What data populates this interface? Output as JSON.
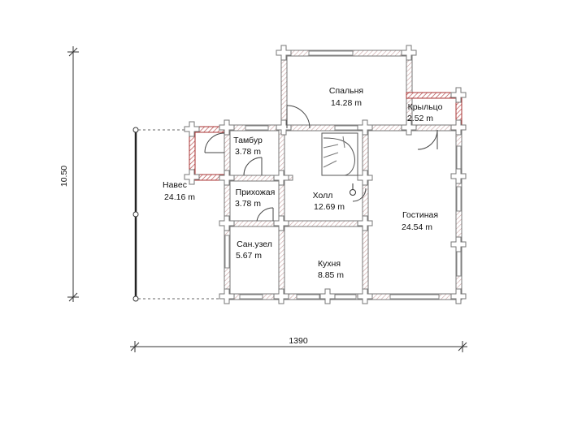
{
  "rooms": [
    {
      "name": "Спальня",
      "area": "14.28 m"
    },
    {
      "name": "Крыльцо",
      "area": "2.52 m"
    },
    {
      "name": "Тамбур",
      "area": "3.78 m"
    },
    {
      "name": "Навес",
      "area": "24.16 m"
    },
    {
      "name": "Прихожая",
      "area": "3.78 m"
    },
    {
      "name": "Холл",
      "area": "12.69 m"
    },
    {
      "name": "Гостиная",
      "area": "24.54 m"
    },
    {
      "name": "Сан.узел",
      "area": "5.67 m"
    },
    {
      "name": "Кухня",
      "area": "8.85 m"
    }
  ],
  "dimensions": {
    "height": "10.50",
    "width": "1390"
  },
  "colors": {
    "wall_hatch": "#c9a3a3",
    "accent_wall": "#b04444",
    "line": "#333333"
  }
}
